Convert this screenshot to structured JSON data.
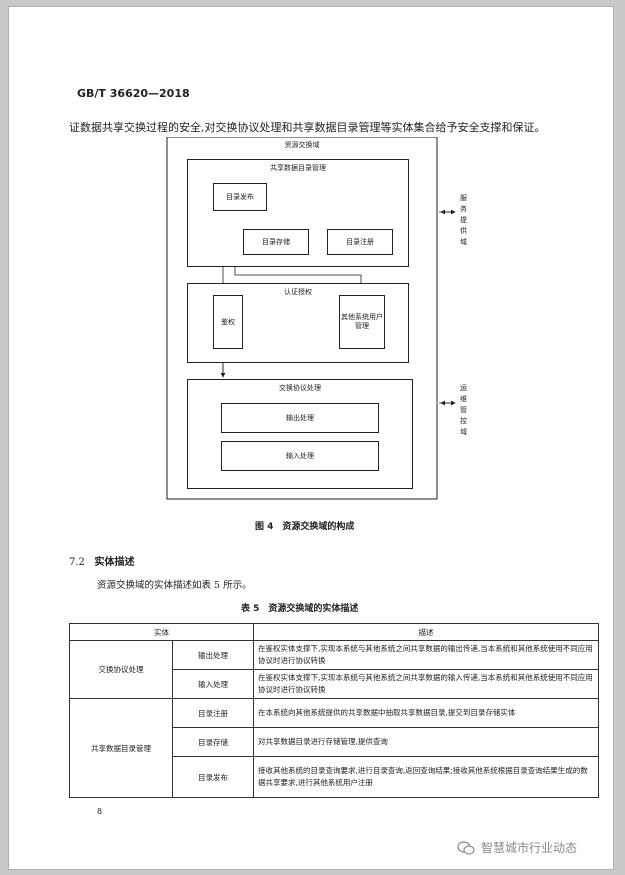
{
  "header": {
    "standard": "GB/T 36620—2018"
  },
  "intro_text": "证数据共享交换过程的安全,对交换协议处理和共享数据目录管理等实体集合给予安全支撑和保证。",
  "diagram": {
    "outer_title": "资源交换域",
    "catalog_group": "共享数据目录管理",
    "catalog_publish": "目录发布",
    "catalog_store": "目录存储",
    "catalog_register": "目录注册",
    "auth_group": "认证授权",
    "auth_check": "鉴权",
    "auth_other": "其他系统用户管理",
    "exchange_group": "交换协议处理",
    "exchange_output": "输出处理",
    "exchange_input": "输入处理",
    "side_service": "服务提供域",
    "side_ops": "运维管控域"
  },
  "figure_caption": "图 4　资源交换域的构成",
  "section": {
    "number": "7.2",
    "title": "实体描述"
  },
  "section_text": "资源交换域的实体描述如表 5 所示。",
  "table_caption": "表 5　资源交换域的实体描述",
  "table": {
    "headers": [
      "实体",
      "描述"
    ],
    "groups": [
      {
        "entity": "交换协议处理",
        "rows": [
          {
            "name": "输出处理",
            "desc": "在鉴权实体支撑下,实现本系统与其他系统之间共享数据的输出传递,当本系统和其他系统使用不同应用协议时进行协议转换"
          },
          {
            "name": "输入处理",
            "desc": "在鉴权实体支撑下,实现本系统与其他系统之间共享数据的输入传递,当本系统和其他系统使用不同应用协议时进行协议转换"
          }
        ]
      },
      {
        "entity": "共享数据目录管理",
        "rows": [
          {
            "name": "目录注册",
            "desc": "在本系统向其他系统提供的共享数据中抽取共享数据目录,提交到目录存储实体"
          },
          {
            "name": "目录存储",
            "desc": "对共享数据目录进行存储管理,提供查询"
          },
          {
            "name": "目录发布",
            "desc": "接收其他系统的目录查询要求,进行目录查询,返回查询结果;接收其他系统根据目录查询结果生成的数据共享要求,进行其他系统用户注册"
          }
        ]
      }
    ]
  },
  "page_number": "8",
  "watermark": "智慧城市行业动态"
}
